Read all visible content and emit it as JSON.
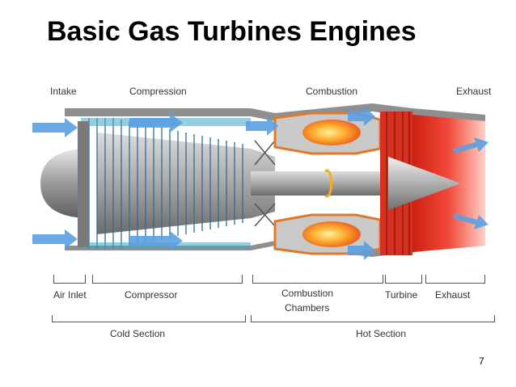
{
  "slide": {
    "title": "Basic Gas Turbines Engines",
    "page_number": "7"
  },
  "diagram": {
    "top_labels": {
      "intake": "Intake",
      "compression": "Compression",
      "combustion": "Combustion",
      "exhaust": "Exhaust"
    },
    "bottom_labels": {
      "air_inlet": "Air Inlet",
      "compressor": "Compressor",
      "combustion_chambers_line1": "Combustion",
      "combustion_chambers_line2": "Chambers",
      "turbine": "Turbine",
      "exhaust": "Exhaust"
    },
    "section_labels": {
      "cold": "Cold Section",
      "hot": "Hot Section"
    },
    "colors": {
      "air_flow": "#5aa0e0",
      "casing": "#9a9a9a",
      "compressor_blades": "#3aa6c8",
      "combustion_flame": "#ff8a1a",
      "chamber_casing": "#e07a2a",
      "turbine_red": "#d83020",
      "exhaust_red": "#ee2a1a"
    }
  }
}
